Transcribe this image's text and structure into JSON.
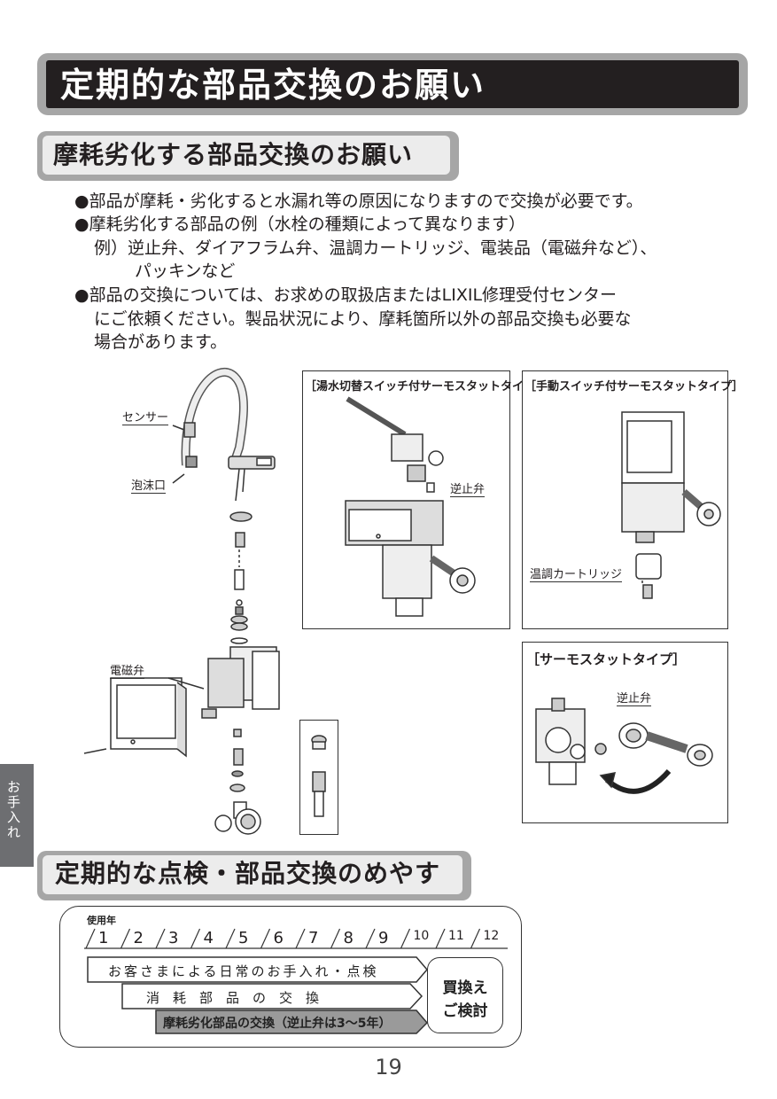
{
  "page_title": "定期的な部品交換のお願い",
  "section1": {
    "heading": "摩耗劣化する部品交換のお願い",
    "bullet1": "●部品が摩耗・劣化すると水漏れ等の原因になりますので交換が必要です。",
    "bullet2": "●摩耗劣化する部品の例（水栓の種類によって異なります）",
    "example_line1": "例）逆止弁、ダイアフラム弁、温調カートリッジ、電装品（電磁弁など）、",
    "example_line2": "パッキンなど",
    "bullet3_line1": "●部品の交換については、お求めの取扱店またはLIXIL修理受付センター",
    "bullet3_line2": "にご依頼ください。製品状況により、摩耗箇所以外の部品交換も必要な",
    "bullet3_line3": "場合があります。"
  },
  "diagram": {
    "label_sensor": "センサー",
    "label_foam": "泡沫口",
    "label_solenoid": "電磁弁",
    "box1_title": "［湯水切替スイッチ付サーモスタットタイプ］",
    "box1_label": "逆止弁",
    "box2_title": "［手動スイッチ付サーモスタットタイプ］",
    "box2_label": "温調カートリッジ",
    "box3_title": "［サーモスタットタイプ］",
    "box3_label": "逆止弁"
  },
  "side_tab": "お手入れ",
  "section2": {
    "heading": "定期的な点検・部品交換のめやす",
    "years_label": "使用年",
    "years": [
      "1",
      "2",
      "3",
      "4",
      "5",
      "6",
      "7",
      "8",
      "9",
      "10",
      "11",
      "12"
    ],
    "row1": "お客さまによる日常のお手入れ・点検",
    "row2": "消　耗　部　品　の　交　換",
    "row3": "摩耗劣化部品の交換（逆止弁は3〜5年）",
    "replace_line1": "買換え",
    "replace_line2": "ご検討"
  },
  "page_number": "19"
}
